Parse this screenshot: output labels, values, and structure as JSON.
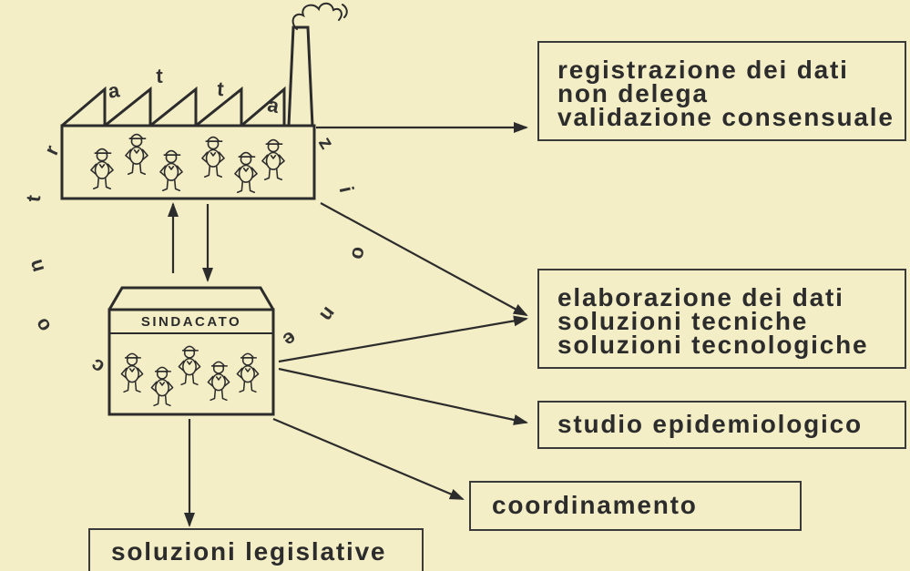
{
  "diagram": {
    "arc_letters": [
      "c",
      "o",
      "n",
      "t",
      "r",
      "a",
      "t",
      "t",
      "a",
      "z",
      "i",
      "o",
      "n",
      "e"
    ],
    "union_label": "SINDACATO",
    "boxes": {
      "registrazione": [
        "registrazione dei dati",
        "non delega",
        "validazione consensuale"
      ],
      "elaborazione": [
        "elaborazione dei dati",
        "soluzioni tecniche",
        "soluzioni tecnologiche"
      ],
      "studio": [
        "studio epidemiologico"
      ],
      "coordinamento": [
        "coordinamento"
      ],
      "legislative": [
        "soluzioni legislative"
      ]
    }
  },
  "icons": [
    "factory-icon",
    "chimney-smoke-icon",
    "union-building-icon",
    "worker-figure-icon",
    "arrow-icon"
  ],
  "colors": {
    "background": "#f4eec6",
    "ink": "#2c2c2c"
  }
}
